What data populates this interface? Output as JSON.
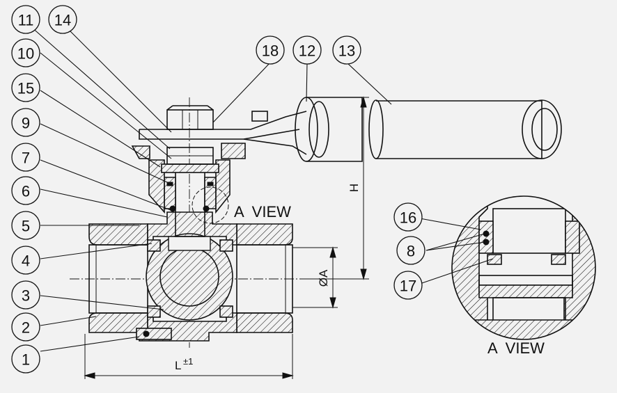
{
  "part_numbers": {
    "p1": "1",
    "p2": "2",
    "p3": "3",
    "p4": "4",
    "p5": "5",
    "p6": "6",
    "p7": "7",
    "p8": "8",
    "p9": "9",
    "p10": "10",
    "p11": "11",
    "p12": "12",
    "p13": "13",
    "p14": "14",
    "p15": "15",
    "p16": "16",
    "p17": "17",
    "p18": "18"
  },
  "labels": {
    "view_marker": "A  VIEW",
    "detail_title": "A  VIEW",
    "dim_length": "L",
    "dim_length_tol": "±1",
    "dim_height": "H",
    "dim_bore": "ØA"
  },
  "colors": {
    "background": "#f2f2f2",
    "line": "#111111"
  }
}
